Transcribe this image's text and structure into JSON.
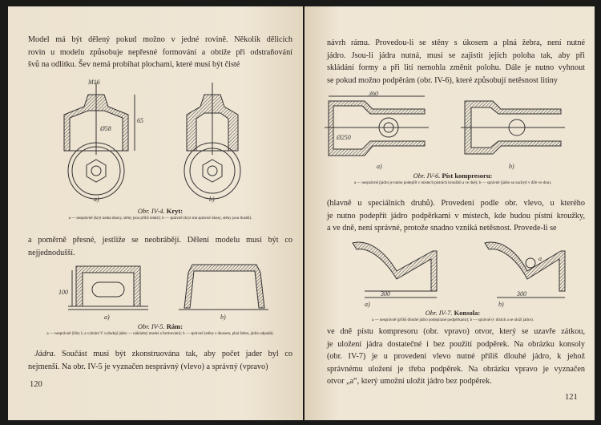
{
  "left_page": {
    "para1": [
      "Model má být dělený pokud možno v jedné rovině. Několik dělicích",
      "rovin u modelu způsobuje nepřesné formování a obtíže při odstraňování",
      "švů na odlitku. Šev nemá probíhat plochami, které musí být čisté"
    ],
    "fig4": {
      "title_num": "Obr. IV-4.",
      "title": "Kryt:",
      "desc": "a — nesprávně (kryt nemá úkosy, stěny jsou příliš tenké); b — správně (kryt má správné úkosy, stěny jsou tlustší).",
      "label_a": "a)",
      "label_b": "b)",
      "dims": [
        "M16",
        "Ø58",
        "65"
      ]
    },
    "para2": [
      "a poměrně přesné, jestliže se neobrábějí. Dělení modelu musí být co",
      "nejjednodušší."
    ],
    "fig5": {
      "title_num": "Obr. IV-5.",
      "title": "Rám:",
      "desc": "a — nesprávně (lišty L a vybrání V vyžadují jádro — nákladný model a formování); b — správně (stěny s úkosem, plná žebra, jádro odpadá).",
      "label_a": "a)",
      "label_b": "b)",
      "dims": [
        "100"
      ]
    },
    "para3_lead": "Jádra.",
    "para3": [
      " Součást musí být zkonstruována tak, aby počet jader byl co",
      "nejmenší. Na obr. IV-5 je vyznačen nesprávný (vlevo) a správný (vpravo)"
    ],
    "page_number": "120"
  },
  "right_page": {
    "para1": [
      "návrh rámu. Provedou-li se stěny s úkosem a plná žebra, není nutné",
      "jádro. Jsou-li jádra nutná, musí se zajistit jejich poloha tak, aby při",
      "skládání formy a při lití nemohla změnit polohu. Dále je nutno vyhnout",
      "se pokud možno podpěrám (obr. IV-6), které způsobují netěsnost litiny"
    ],
    "fig6": {
      "title_num": "Obr. IV-6.",
      "title": "Píst kompresoru:",
      "desc": "a — nesprávně (jádro je nutno podepřít v místech pístních kroužků a ve dně); b — správně (jádro se zachytí v díře ve dnu).",
      "label_a": "a)",
      "label_b": "b)",
      "dims": [
        "360",
        "Ø250"
      ]
    },
    "para2": [
      "(hlavně u speciálních druhů). Provedení podle obr. vlevo, u kterého",
      "je nutno podepřít jádro podpěrkami v místech, kde budou pístní kroužky,",
      "a ve dně, není správné, protože snadno vzniká netěsnost. Provede-li se"
    ],
    "fig7": {
      "title_num": "Obr. IV-7.",
      "title": "Konsola:",
      "desc": "a — nesprávně (příliš dlouhé jádro podepírané podpěrkami); b — správně (v dírách a se uloží jádro).",
      "label_a": "a)",
      "label_b": "b)",
      "dims": [
        "300",
        "300",
        "a"
      ]
    },
    "para3": [
      "ve dně pístu kompresoru (obr. vpravo) otvor, který se uzavře zátkou,",
      "je uložení jádra dostatečné i bez použití podpěrek. Na obrázku konsoly",
      "(obr. IV-7) je u provedení vlevo nutné příliš dlouhé jádro, k jehož",
      "správnému uložení je třeba podpěrek. Na obrázku vpravo je vyznačen",
      "otvor „a“, který umožní uložit jádro bez podpěrek."
    ],
    "page_number": "121"
  }
}
